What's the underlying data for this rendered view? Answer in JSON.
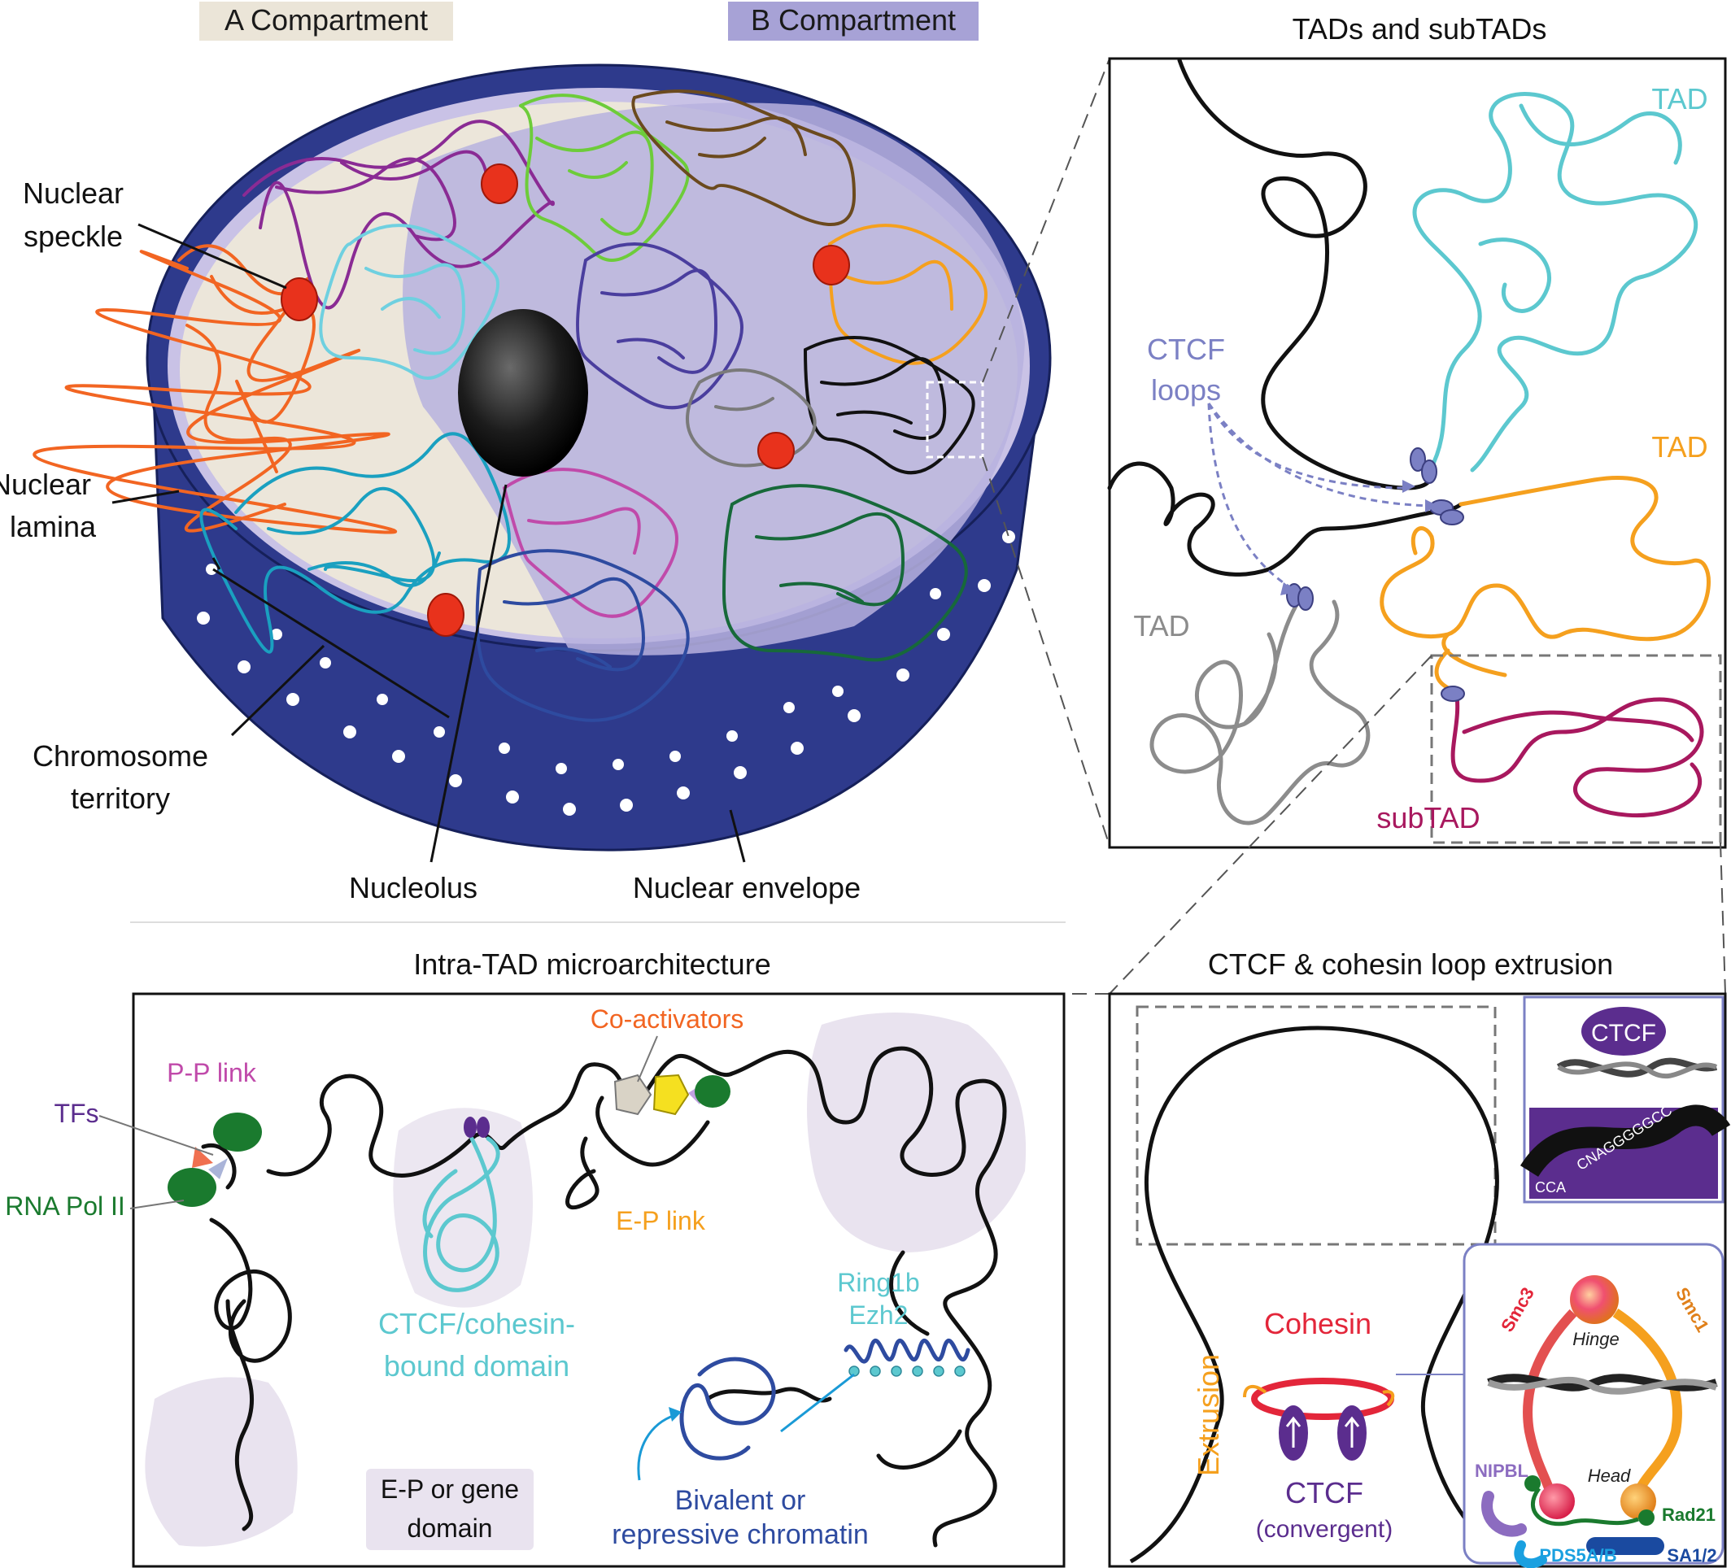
{
  "nucleus": {
    "compartment_a": "A Compartment",
    "compartment_b": "B Compartment",
    "nuclear_speckle": [
      "Nuclear",
      "speckle"
    ],
    "nuclear_lamina": [
      "Nuclear",
      "lamina"
    ],
    "chromosome_territory": [
      "Chromosome",
      "territory"
    ],
    "nucleolus": "Nucleolus",
    "nuclear_envelope": "Nuclear envelope"
  },
  "tads": {
    "title": "TADs and subTADs",
    "tad_1": "TAD",
    "tad_2": "TAD",
    "tad_3": "TAD",
    "ctcf_loops": [
      "CTCF",
      "loops"
    ],
    "subtad": "subTAD"
  },
  "intra": {
    "title": "Intra-TAD microarchitecture",
    "coactivators": "Co-activators",
    "pp_link": "P-P link",
    "tfs": "TFs",
    "rna_pol": "RNA Pol II",
    "ep_link": "E-P link",
    "ctcf_domain": [
      "CTCF/cohesin-",
      "bound domain"
    ],
    "ring1b": "Ring1b",
    "ezh2": "Ezh2",
    "ep_gene_domain": [
      "E-P or gene",
      "domain"
    ],
    "bivalent": [
      "Bivalent or",
      "repressive chromatin"
    ]
  },
  "extrusion": {
    "title": "CTCF & cohesin loop extrusion",
    "cohesin": "Cohesin",
    "extrusion": "Extrusion",
    "ctcf": "CTCF",
    "convergent": "(convergent)",
    "ctcf_inset": "CTCF",
    "seq_1": "CNAGGGGGCC",
    "seq_2": "CCA",
    "smc3": "Smc3",
    "smc1": "Smc1",
    "hinge": "Hinge",
    "head": "Head",
    "nipbl": "NIPBL",
    "rad21": "Rad21",
    "pds5": "PDS5A/B",
    "sa12": "SA1/2"
  },
  "colors": {
    "envelope": "#2e3a8c",
    "compartment_a_bg": "#ebe5d8",
    "compartment_b_bg": "#a7a2d6",
    "tad_cyan": "#5cc8cf",
    "tad_orange": "#f5a01e",
    "subtad": "#a8185e",
    "tad_gray": "#8c8c8c",
    "ctcf_purple": "#5b2d8e",
    "cohesin_red": "#e3263a",
    "repressive_blue": "#2e4ba0",
    "speckle": "#e8321c",
    "rna_pol_green": "#1a7a2e"
  }
}
